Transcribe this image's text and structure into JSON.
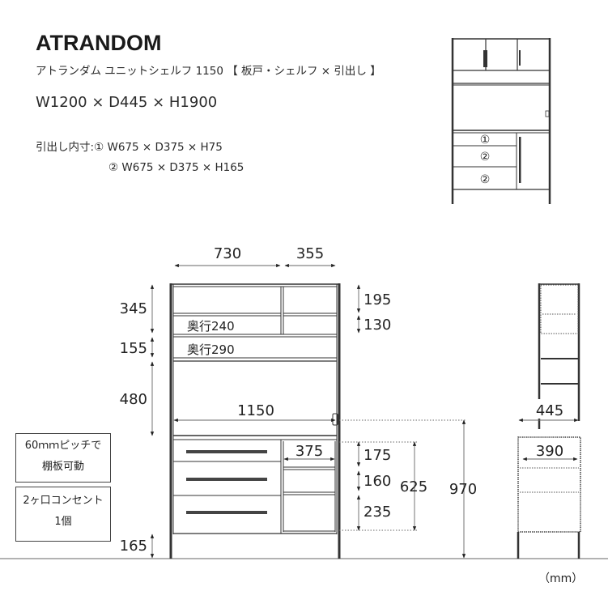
{
  "header": {
    "brand": "ATRANDOM",
    "product_name": "アトランダム ユニットシェルフ 1150 【 板戸・シェルフ × 引出し 】",
    "overall_size": "W1200 × D445 × H1900"
  },
  "drawer_specs": {
    "label": "引出し内寸:",
    "items": [
      {
        "marker": "①",
        "size": "W675 × D375 × H75"
      },
      {
        "marker": "②",
        "size": "W675 × D375 × H165"
      }
    ]
  },
  "thumbnail": {
    "drawer_markers": [
      "①",
      "②",
      "②"
    ]
  },
  "front_view": {
    "top_widths": [
      "730",
      "355"
    ],
    "left_heights": [
      "345",
      "155",
      "480",
      "165"
    ],
    "right_top_heights": [
      "195",
      "130"
    ],
    "shelf_depths": [
      "奥行240",
      "奥行290"
    ],
    "inner_width": "1150",
    "right_drawer_width": "375",
    "right_drawer_heights": [
      "175",
      "160",
      "235"
    ],
    "lower_total_height": "625",
    "counter_height": "970"
  },
  "side_view": {
    "depth": "445",
    "inner_depth": "390"
  },
  "notes": [
    {
      "line1": "60ｍｍピッチで",
      "line2": "棚板可動"
    },
    {
      "line1": "2ヶ口コンセント",
      "line2": "1個"
    }
  ],
  "unit_label": "（mm）",
  "colors": {
    "line": "#333333",
    "frame": "#3a3a3a",
    "floor": "#999999",
    "dim_line": "#888888"
  }
}
